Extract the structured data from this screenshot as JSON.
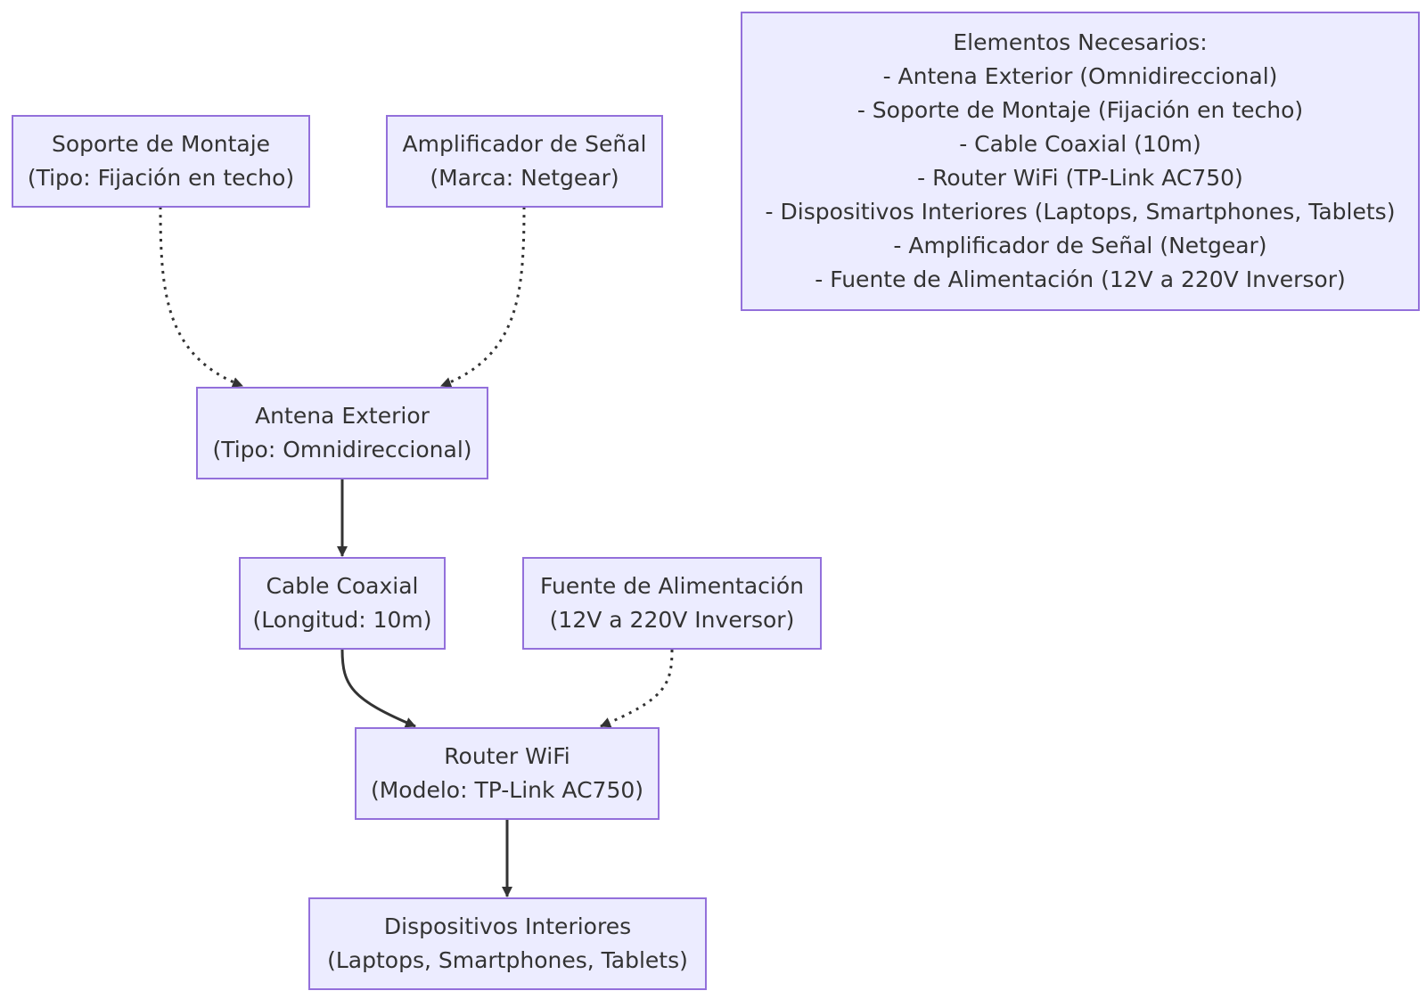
{
  "diagram": {
    "type": "flowchart",
    "colors": {
      "node_fill": "#ececff",
      "node_border": "#9370db",
      "text": "#333333",
      "edge": "#333333"
    },
    "nodes": {
      "soporte": {
        "line1": "Soporte de Montaje",
        "line2": "(Tipo: Fijación en techo)"
      },
      "amplificador": {
        "line1": "Amplificador de Señal",
        "line2": "(Marca: Netgear)"
      },
      "antena": {
        "line1": "Antena Exterior",
        "line2": "(Tipo: Omnidireccional)"
      },
      "cable": {
        "line1": "Cable Coaxial",
        "line2": "(Longitud: 10m)"
      },
      "fuente": {
        "line1": "Fuente de Alimentación",
        "line2": "(12V a 220V Inversor)"
      },
      "router": {
        "line1": "Router WiFi",
        "line2": "(Modelo: TP-Link AC750)"
      },
      "dispositivos": {
        "line1": "Dispositivos Interiores",
        "line2": "(Laptops, Smartphones, Tablets)"
      }
    },
    "edges": [
      {
        "from": "soporte",
        "to": "antena",
        "style": "dotted"
      },
      {
        "from": "amplificador",
        "to": "antena",
        "style": "dotted"
      },
      {
        "from": "antena",
        "to": "cable",
        "style": "solid"
      },
      {
        "from": "cable",
        "to": "router",
        "style": "solid"
      },
      {
        "from": "fuente",
        "to": "router",
        "style": "dotted"
      },
      {
        "from": "router",
        "to": "dispositivos",
        "style": "solid"
      }
    ],
    "note": {
      "lines": [
        "Elementos Necesarios:",
        "- Antena Exterior (Omnidireccional)",
        "- Soporte de Montaje (Fijación en techo)",
        "- Cable Coaxial (10m)",
        "- Router WiFi (TP-Link AC750)",
        "- Dispositivos Interiores (Laptops, Smartphones, Tablets)",
        "- Amplificador de Señal (Netgear)",
        "- Fuente de Alimentación (12V a 220V Inversor)"
      ]
    }
  }
}
